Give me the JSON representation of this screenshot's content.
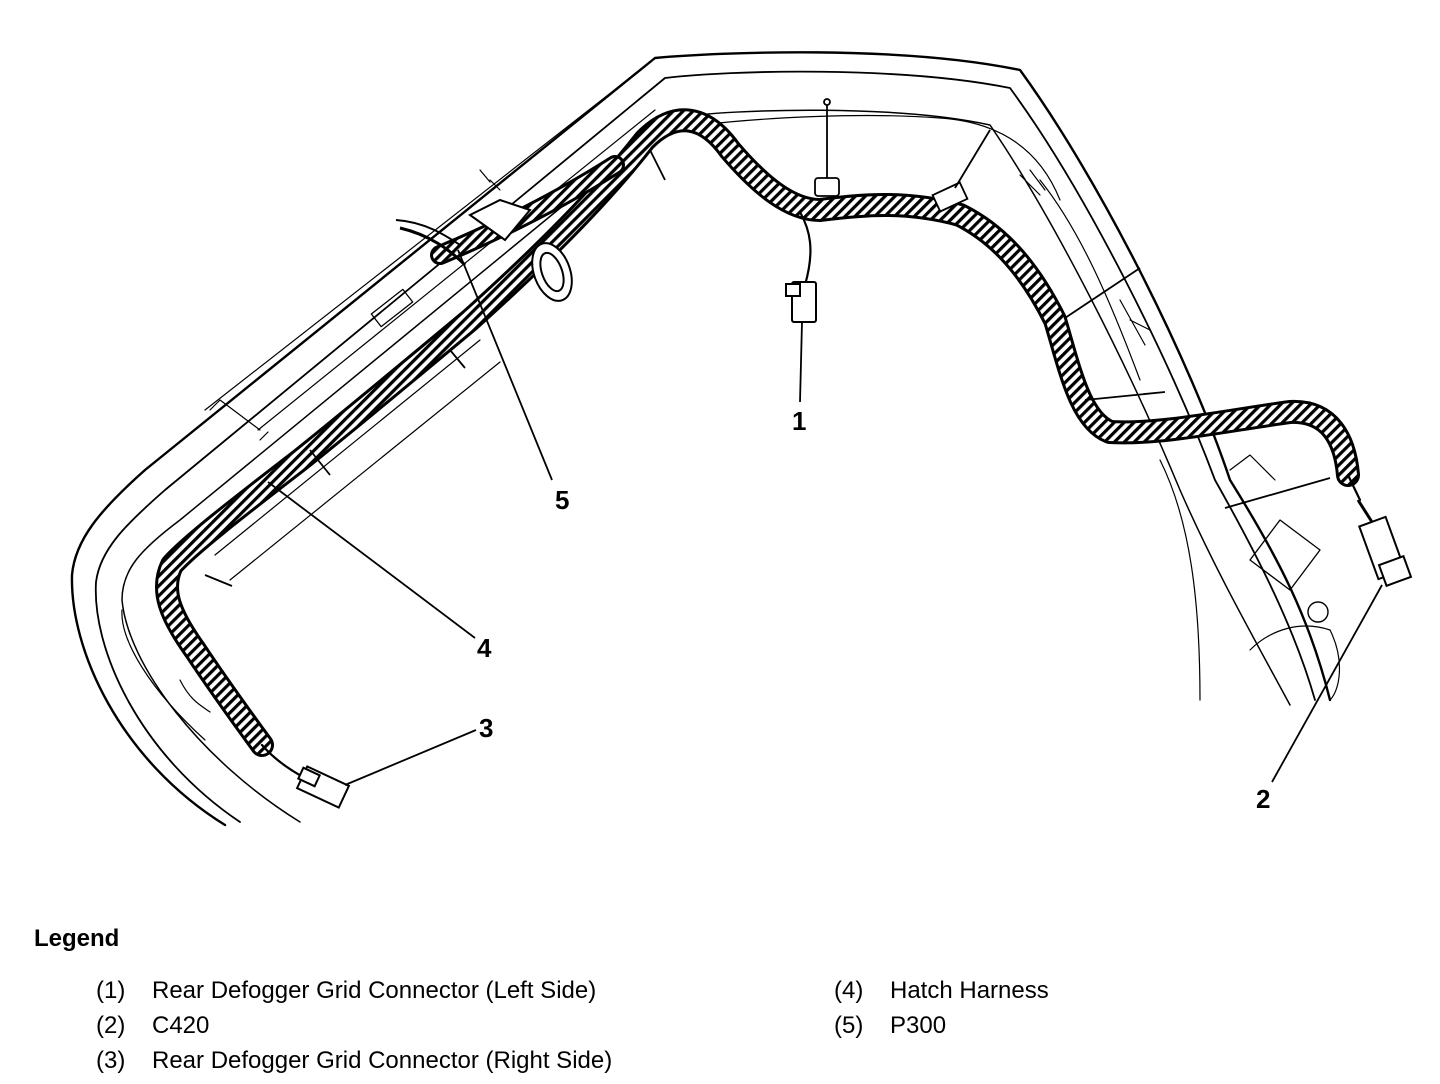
{
  "callouts": [
    "1",
    "2",
    "3",
    "4",
    "5"
  ],
  "legend": {
    "title": "Legend",
    "column1": [
      {
        "num": "(1)",
        "label": "Rear Defogger Grid Connector (Left Side)"
      },
      {
        "num": "(2)",
        "label": "C420"
      },
      {
        "num": "(3)",
        "label": "Rear Defogger Grid Connector (Right Side)"
      }
    ],
    "column2": [
      {
        "num": "(4)",
        "label": "Hatch Harness"
      },
      {
        "num": "(5)",
        "label": "P300"
      }
    ]
  }
}
